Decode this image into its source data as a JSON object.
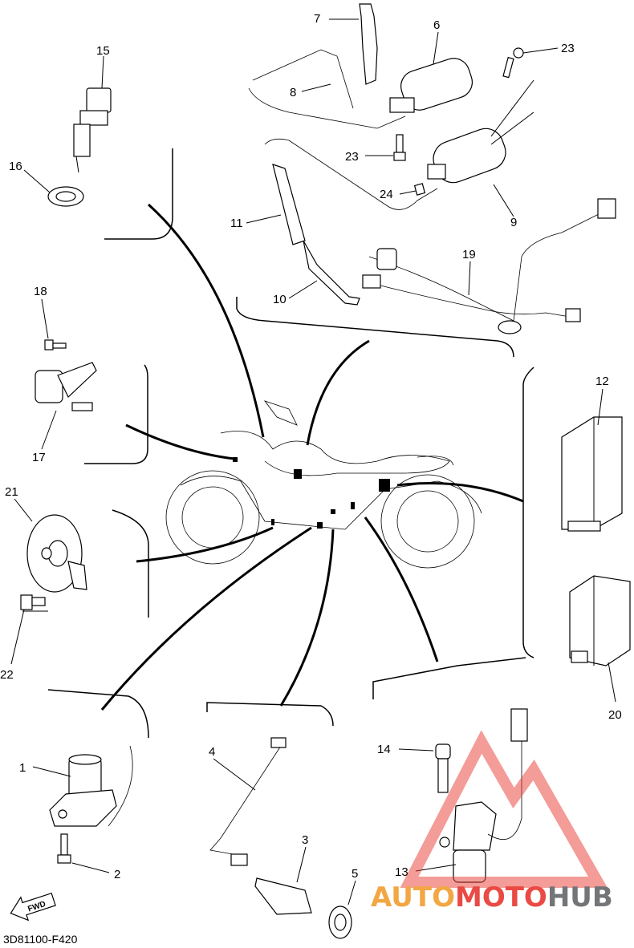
{
  "diagram": {
    "code": "3D81100-F420",
    "fwd_label": "FWD",
    "parts": [
      {
        "id": "p1",
        "label": "1"
      },
      {
        "id": "p2",
        "label": "2"
      },
      {
        "id": "p3",
        "label": "3"
      },
      {
        "id": "p4",
        "label": "4"
      },
      {
        "id": "p5",
        "label": "5"
      },
      {
        "id": "p6",
        "label": "6"
      },
      {
        "id": "p7",
        "label": "7"
      },
      {
        "id": "p8",
        "label": "8"
      },
      {
        "id": "p9",
        "label": "9"
      },
      {
        "id": "p10",
        "label": "10"
      },
      {
        "id": "p11",
        "label": "11"
      },
      {
        "id": "p12",
        "label": "12"
      },
      {
        "id": "p13",
        "label": "13"
      },
      {
        "id": "p14",
        "label": "14"
      },
      {
        "id": "p15",
        "label": "15"
      },
      {
        "id": "p16",
        "label": "16"
      },
      {
        "id": "p17",
        "label": "17"
      },
      {
        "id": "p18",
        "label": "18"
      },
      {
        "id": "p19",
        "label": "19"
      },
      {
        "id": "p20",
        "label": "20"
      },
      {
        "id": "p21",
        "label": "21"
      },
      {
        "id": "p22",
        "label": "22"
      },
      {
        "id": "p23a",
        "label": "23"
      },
      {
        "id": "p23b",
        "label": "23"
      },
      {
        "id": "p24",
        "label": "24"
      }
    ]
  },
  "watermark": {
    "part1": "AUTO",
    "part2": "MOTO",
    "part3": "HUB",
    "color_auto": "#f2a33a",
    "color_moto": "#e8413a",
    "color_hub": "#6d6e71"
  }
}
